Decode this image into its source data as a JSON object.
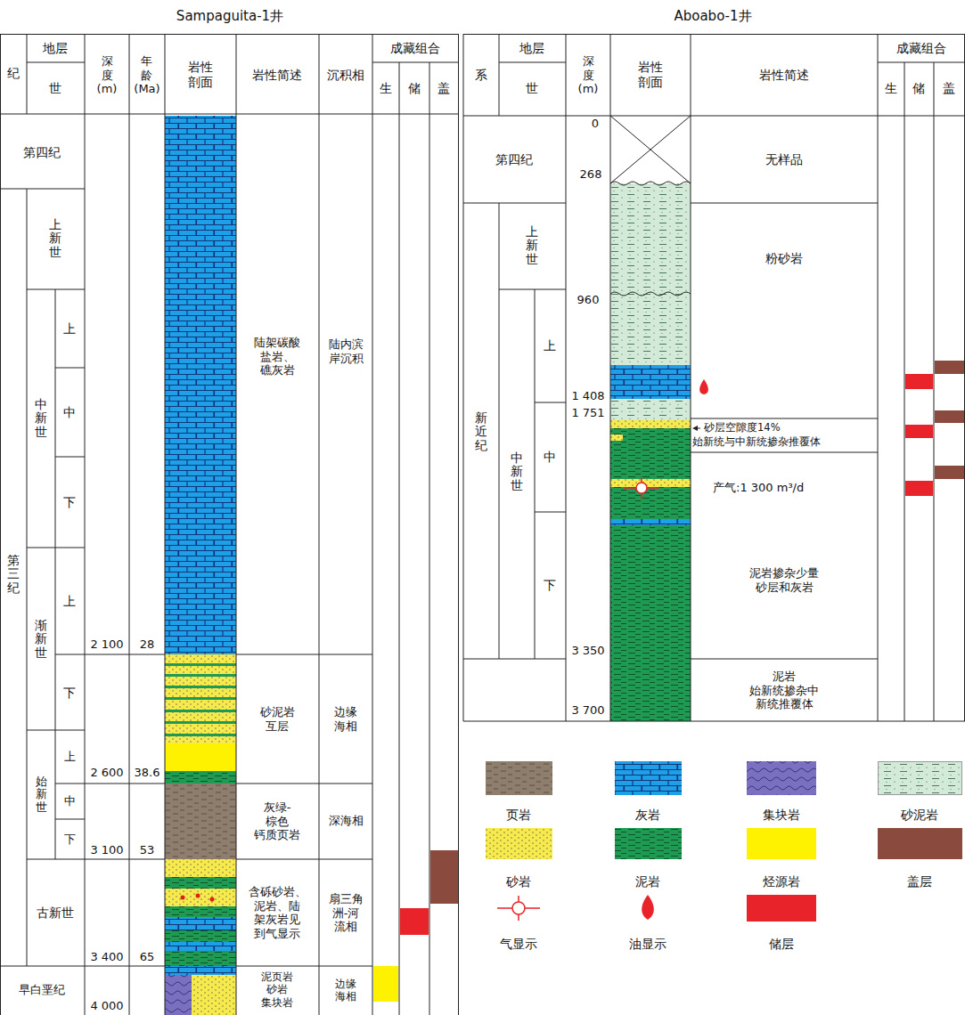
{
  "diagram": {
    "labels": [
      "Sampaguita-1井",
      "Aboabo-1井",
      "纪",
      "地层",
      "世",
      "深 度 (m)",
      "年 龄 (Ma)",
      "岩性 剖面",
      "岩性简述",
      "沉积相",
      "成藏组合",
      "生",
      "储",
      "盖",
      "第四纪",
      "第三纪",
      "上新世",
      "中新世",
      "上",
      "中",
      "下",
      "渐新世",
      "上",
      "下",
      "始新世",
      "上",
      "中",
      "下",
      "古新世",
      "早白垩纪",
      "2 100",
      "28",
      "2 600",
      "38.6",
      "3 100",
      "53",
      "3 400",
      "65",
      "4 000",
      "陆架碳酸 盐岩、 礁灰岩",
      "陆内滨 岸沉积",
      "砂泥岩 互层",
      "边缘 海相",
      "灰绿-棕色 钙质页岩",
      "深海相",
      "含砾砂岩、 泥岩、陆 架灰岩见 到气显示",
      "扇三角 洲-河 流相",
      "泥页岩 砂岩 集块岩",
      "边缘 海相",
      "系",
      "地层",
      "世",
      "深 度 (m)",
      "岩性 剖面",
      "岩性简述",
      "成藏组合",
      "生",
      "储",
      "盖",
      "第四纪",
      "新近纪",
      "上新世",
      "中新世",
      "上",
      "中",
      "下",
      "0",
      "268",
      "960",
      "1 408",
      "1 751",
      "3 350",
      "3 700",
      "无样品",
      "粉砂岩",
      "砂层空隙度14%",
      "始新统与中新统掺杂推覆体",
      "产气:1 300 m³/d",
      "泥岩掺杂少量 砂层和灰岩",
      "泥岩 始新统掺杂中 新统推覆体"
    ],
    "legend": [
      {
        "text": "页岩"
      },
      {
        "text": "灰岩"
      },
      {
        "text": "集块岩"
      },
      {
        "text": "砂泥岩"
      },
      {
        "text": "砂岩"
      },
      {
        "text": "泥岩"
      },
      {
        "text": "烃源岩",
        "color": "#fff200"
      },
      {
        "text": "盖层",
        "color": "#8b4a3e"
      },
      {
        "text": "气显示"
      },
      {
        "text": "油显示"
      },
      {
        "text": "储层",
        "color": "#e8232a"
      }
    ]
  }
}
